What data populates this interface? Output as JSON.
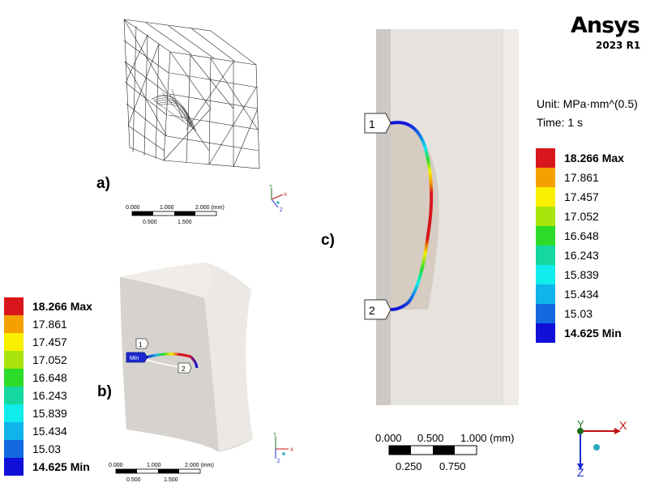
{
  "brand": {
    "name": "Ansys",
    "version": "2023 R1"
  },
  "result_info": {
    "unit": "Unit: MPa·mm^(0.5)",
    "time": "Time: 1 s"
  },
  "legend": {
    "entries": [
      {
        "label": "18.266 Max",
        "color": "#d8161c",
        "bold": true
      },
      {
        "label": "17.861",
        "color": "#f4a000",
        "bold": false
      },
      {
        "label": "17.457",
        "color": "#f8f000",
        "bold": false
      },
      {
        "label": "17.052",
        "color": "#a8e40c",
        "bold": false
      },
      {
        "label": "16.648",
        "color": "#2cdc28",
        "bold": false
      },
      {
        "label": "16.243",
        "color": "#14d8a0",
        "bold": false
      },
      {
        "label": "15.839",
        "color": "#10ecec",
        "bold": false
      },
      {
        "label": "15.434",
        "color": "#10b4ec",
        "bold": false
      },
      {
        "label": "15.03",
        "color": "#1468e0",
        "bold": false
      },
      {
        "label": "14.625 Min",
        "color": "#1010d8",
        "bold": true
      }
    ]
  },
  "panels": {
    "a": "a)",
    "b": "b)",
    "c": "c)"
  },
  "scale_small": {
    "top": [
      "0.000",
      "1.000",
      "2.000 (mm)"
    ],
    "bottom": [
      "0.500",
      "1.500"
    ]
  },
  "scale_large": {
    "top": [
      "0.000",
      "0.500",
      "1.000 (mm)"
    ],
    "bottom": [
      "0.250",
      "0.750"
    ]
  },
  "axes": {
    "x": "X",
    "y": "Y",
    "z": "Z"
  },
  "probes": {
    "p1": "1",
    "p2": "2",
    "min": "Min"
  }
}
